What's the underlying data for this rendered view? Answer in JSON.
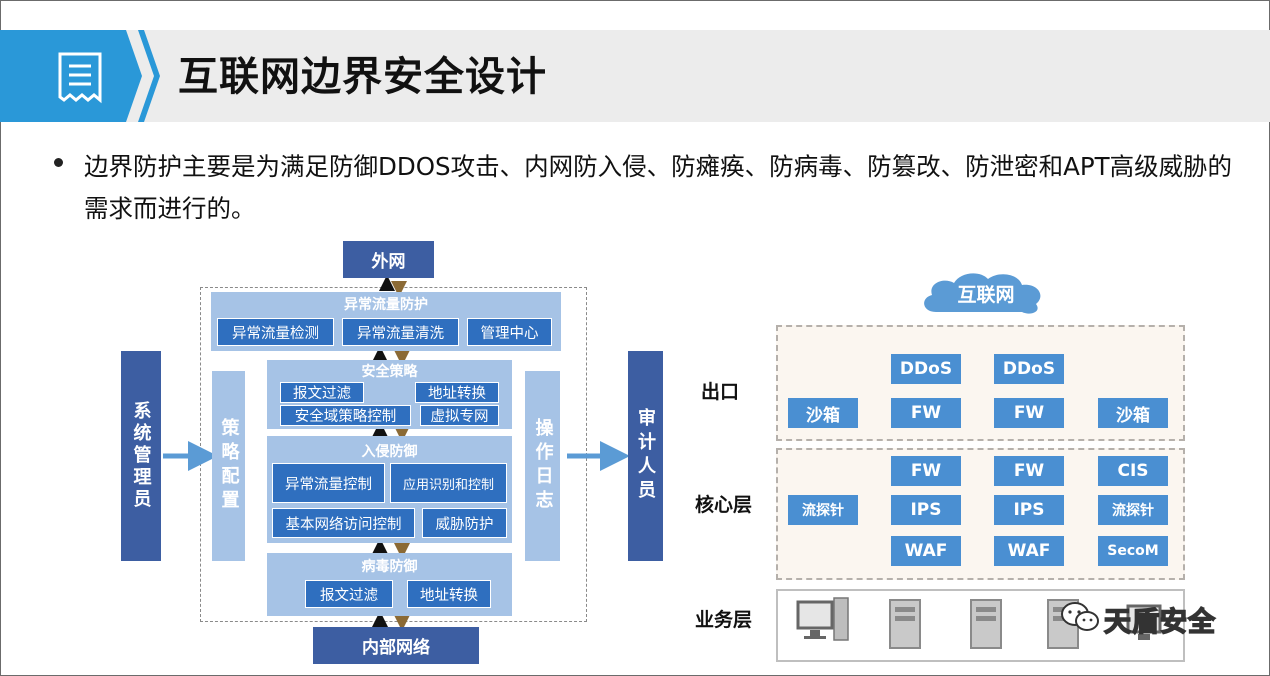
{
  "title": "互联网边界安全设计",
  "bullet": "边界防护主要是为满足防御DDOS攻击、内网防入侵、防瘫痪、防病毒、防篡改、防泄密和APT高级威胁的需求而进行的。",
  "left_diagram": {
    "external_net": "外网",
    "internal_net": "内部网络",
    "sys_admin": "系统管理员",
    "policy_config": "策略配置",
    "op_log": "操作日志",
    "auditor": "审计人员",
    "abnormal": {
      "title": "异常流量防护",
      "items": [
        "异常流量检测",
        "异常流量清洗",
        "管理中心"
      ]
    },
    "security_policy": {
      "title": "安全策略",
      "items": [
        "报文过滤",
        "地址转换",
        "安全域策略控制",
        "虚拟专网"
      ]
    },
    "intrusion": {
      "title": "入侵防御",
      "items": [
        "异常流量控制",
        "应用识别和控制",
        "基本网络访问控制",
        "威胁防护"
      ]
    },
    "virus": {
      "title": "病毒防御",
      "items": [
        "报文过滤",
        "地址转换"
      ]
    }
  },
  "right_diagram": {
    "cloud": "互联网",
    "exit_label": "出口",
    "core_label": "核心层",
    "biz_label": "业务层",
    "exit_boxes": [
      "DDoS",
      "DDoS",
      "沙箱",
      "FW",
      "FW",
      "沙箱"
    ],
    "core_boxes": [
      "FW",
      "FW",
      "CIS",
      "流探针",
      "IPS",
      "IPS",
      "流探针",
      "WAF",
      "WAF",
      "SecoM"
    ]
  },
  "watermark": "天盾安全",
  "colors": {
    "dark_blue": "#3d5ea2",
    "mid_blue": "#2f6fbf",
    "light_blue": "#a6c3e6",
    "bright_blue": "#4a8fd2",
    "arrow_brown": "#8b6a35",
    "zone_fill": "#fbf6f0"
  }
}
